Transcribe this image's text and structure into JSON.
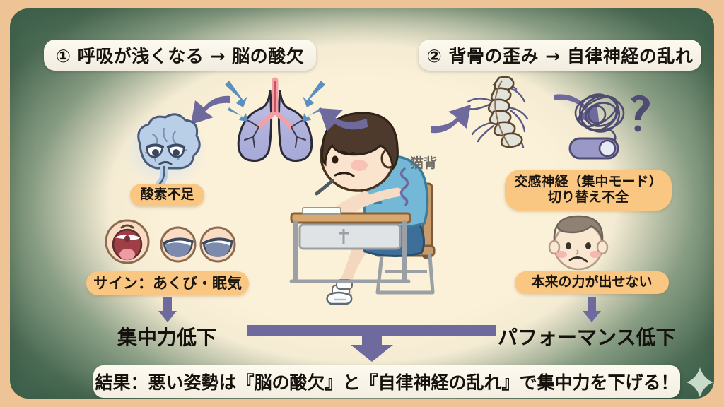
{
  "poster": {
    "title_section_1": "① 呼吸が浅くなる → 脳の酸欠",
    "title_section_2": "② 背骨の歪み → 自律神経の乱れ",
    "conclusion": "結果：悪い姿勢は『脳の酸欠』と『自律神経の乱れ』で集中力を下げる！"
  },
  "labels": {
    "oxygen_shortage": "酸素不足",
    "sign_yawn_sleepy": "サイン：あくび・眠気",
    "sympathetic_nerve": "交感神経（集中モード）\n切り替え不全",
    "cannot_perform": "本来の力が出せない",
    "hunched_back": "猫背"
  },
  "outcomes": {
    "left": "集中力低下",
    "right": "パフォーマンス低下"
  },
  "icons": {
    "brain": "sad-brain-icon",
    "lungs": "compressed-lungs-icon",
    "spine": "curved-spine-icon",
    "nerve_tangle": "tangled-nerve-icon",
    "toggle_switch": "toggle-switch-icon",
    "question_mark": "question-mark-icon",
    "yawn_mouth": "yawning-mouth-icon",
    "sleepy_eye_left": "sleepy-eye-icon",
    "sleepy_eye_right": "sleepy-eye-icon",
    "sad_face": "sad-boy-face-icon",
    "student": "slouching-student-icon",
    "sparkle": "sparkle-icon"
  },
  "colors": {
    "frame_outer": "#eec496",
    "board_edge": "#43654f",
    "board_center": "#fbf0d8",
    "pill_orange": "#f9c781",
    "arrow_purple": "#6e6a9e",
    "shirt_blue": "#74b8d8",
    "shorts_blue": "#3d6f99",
    "hair_brown": "#4e3a2c",
    "lung_purple": "#b4b6dd",
    "brain_blue": "#aec3e0"
  }
}
